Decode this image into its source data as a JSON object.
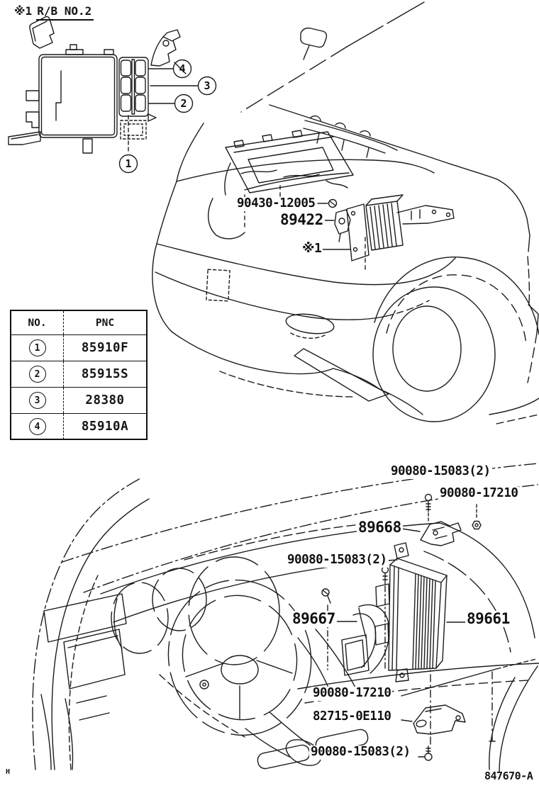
{
  "colors": {
    "ink": "#1c1c1c",
    "background": "#ffffff"
  },
  "header": {
    "note": "※1",
    "title": "R/B NO.2"
  },
  "relay_box": {
    "callouts": [
      {
        "label": "4"
      },
      {
        "label": "3"
      },
      {
        "label": "2"
      },
      {
        "label": "1"
      }
    ]
  },
  "engine_view": {
    "labels": [
      {
        "text": "90430-12005"
      },
      {
        "text": "89422"
      },
      {
        "text": "※1"
      }
    ]
  },
  "table": {
    "headers": {
      "no": "NO.",
      "pnc": "PNC"
    },
    "rows": [
      {
        "no": "1",
        "pnc": "85910F"
      },
      {
        "no": "2",
        "pnc": "85915S"
      },
      {
        "no": "3",
        "pnc": "28380"
      },
      {
        "no": "4",
        "pnc": "85910A"
      }
    ]
  },
  "interior_view": {
    "labels": [
      {
        "text": "90080-15083(2)"
      },
      {
        "text": "90080-17210"
      },
      {
        "text": "89668"
      },
      {
        "text": "90080-15083(2)"
      },
      {
        "text": "89667"
      },
      {
        "text": "89661"
      },
      {
        "text": "90080-17210"
      },
      {
        "text": "82715-0E110"
      },
      {
        "text": "90080-15083(2)"
      }
    ]
  },
  "footer": {
    "doc_code": "847670-A",
    "corner_mark": "H"
  }
}
